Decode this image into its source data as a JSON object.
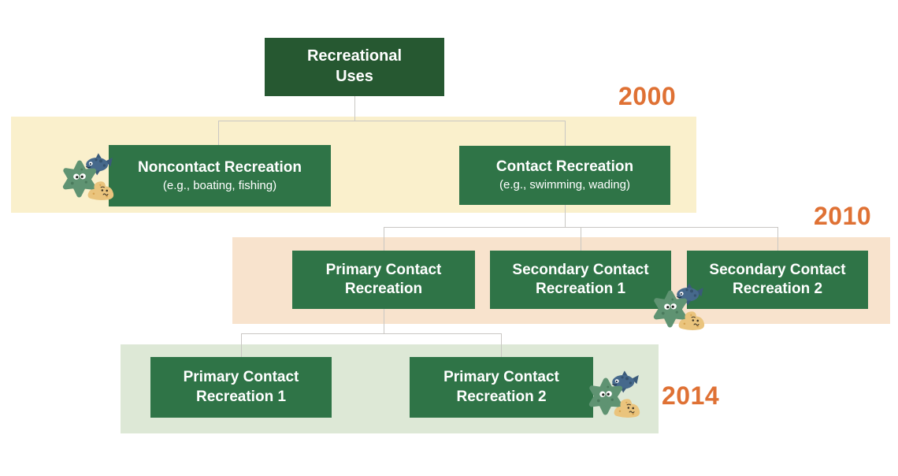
{
  "root_node": {
    "title": "Recreational Uses"
  },
  "eras": [
    {
      "year": "2000",
      "band_color": "#faf0cc",
      "nodes": [
        {
          "title": "Noncontact Recreation",
          "subtitle": "(e.g., boating, fishing)"
        },
        {
          "title": "Contact Recreation",
          "subtitle": "(e.g., swimming, wading)"
        }
      ]
    },
    {
      "year": "2010",
      "band_color": "#f8e3cd",
      "nodes": [
        {
          "title": "Primary Contact Recreation"
        },
        {
          "title": "Secondary Contact Recreation 1"
        },
        {
          "title": "Secondary Contact Recreation 2"
        }
      ]
    },
    {
      "year": "2014",
      "band_color": "#dde8d6",
      "nodes": [
        {
          "title": "Primary Contact Recreation 1"
        },
        {
          "title": "Primary Contact Recreation 2"
        }
      ]
    }
  ],
  "colors": {
    "root_box": "#265831",
    "node_box": "#2f7447",
    "year_label": "#df7134",
    "connector": "#c9c7c3",
    "node_text": "#ffffff",
    "critter_star": "#5f9372",
    "critter_fish": "#46698c",
    "critter_sand": "#eac47d"
  },
  "icons": {
    "starfish": "starfish-critter-icon",
    "fish": "fish-critter-icon",
    "sand_blob": "sand-blob-critter-icon"
  }
}
